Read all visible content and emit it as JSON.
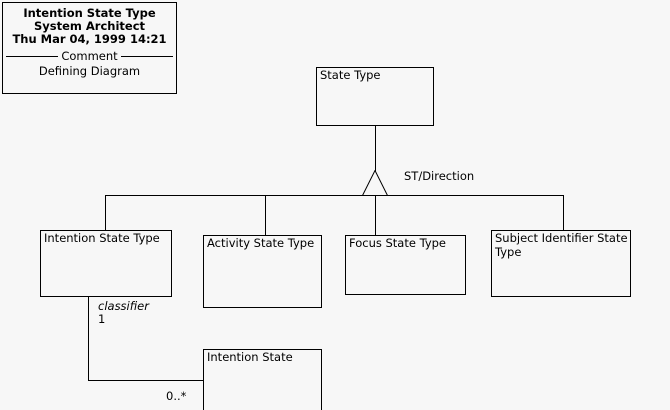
{
  "diagram": {
    "title_block": {
      "line1": "Intention State Type",
      "line2": "System Architect",
      "line3": "Thu Mar 04, 1999  14:21",
      "separator_label": "Comment",
      "comment": "Defining Diagram"
    },
    "colors": {
      "background": "#f7f7f7",
      "line": "#000000",
      "box_fill": "#f7f7f7",
      "text": "#000000"
    },
    "classes": {
      "state_type": "State Type",
      "intention_state_type": "Intention State Type",
      "activity_state_type": "Activity State Type",
      "focus_state_type": "Focus State Type",
      "subject_identifier_state_type": "Subject Identifier State Type",
      "intention_state": "Intention State"
    },
    "relationships": {
      "generalization_label": "ST/Direction",
      "association_role": "classifier",
      "association_multiplicity_source": "1",
      "association_multiplicity_target": "0..*"
    }
  }
}
